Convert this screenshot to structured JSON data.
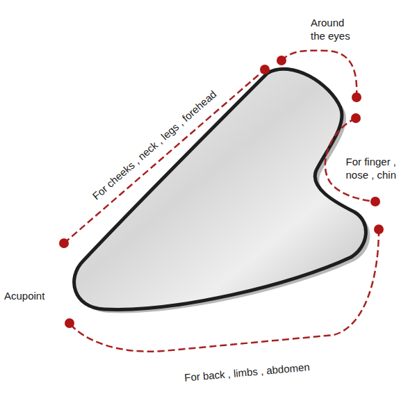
{
  "diagram": {
    "labels": [
      "Around the eyes",
      "For cheeks , neck , legs , forehead",
      "For finger , nose , chin",
      "Acupoint",
      "For back , limbs , abdomen"
    ]
  }
}
